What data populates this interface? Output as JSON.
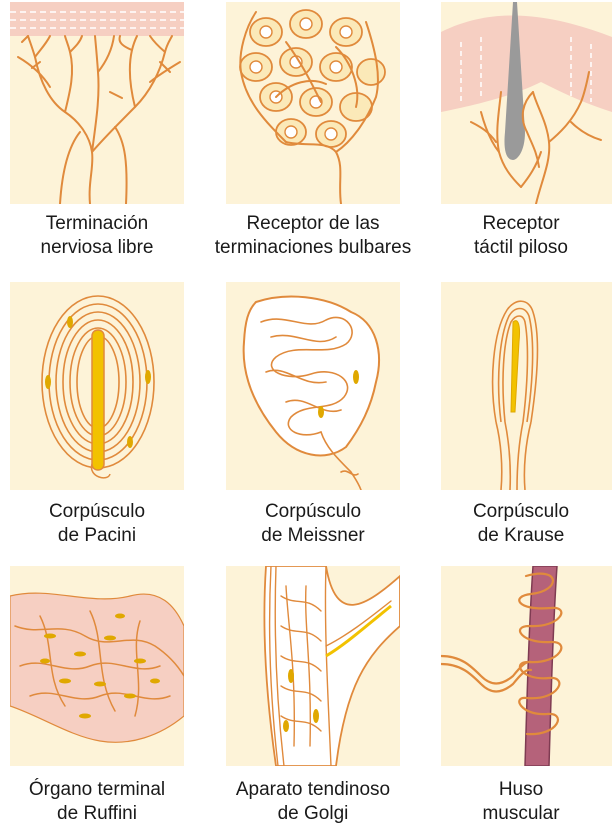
{
  "colors": {
    "background": "#ffffff",
    "panel": "#fdf3d8",
    "skin": "#f6cfc2",
    "nerve": "#e08a3c",
    "capsule_core": "#f2c200",
    "nucleus": "#e0a800",
    "hair": "#9a9a9a",
    "muscle": "#b5627a"
  },
  "receptors": [
    {
      "id": "free-nerve-ending",
      "label_lines": [
        "Terminación",
        "nerviosa libre"
      ]
    },
    {
      "id": "bulbous-endings",
      "label_lines": [
        "Receptor de las",
        "terminaciones bulbares"
      ]
    },
    {
      "id": "hair-receptor",
      "label_lines": [
        "Receptor",
        "táctil piloso"
      ]
    },
    {
      "id": "pacinian",
      "label_lines": [
        "Corpúsculo",
        "de Pacini"
      ]
    },
    {
      "id": "meissner",
      "label_lines": [
        "Corpúsculo",
        "de Meissner"
      ]
    },
    {
      "id": "krause",
      "label_lines": [
        "Corpúsculo",
        "de Krause"
      ]
    },
    {
      "id": "ruffini",
      "label_lines": [
        "Órgano terminal",
        "de Ruffini"
      ]
    },
    {
      "id": "golgi",
      "label_lines": [
        "Aparato tendinoso",
        "de Golgi"
      ]
    },
    {
      "id": "muscle-spindle",
      "label_lines": [
        "Huso",
        "muscular"
      ]
    }
  ]
}
